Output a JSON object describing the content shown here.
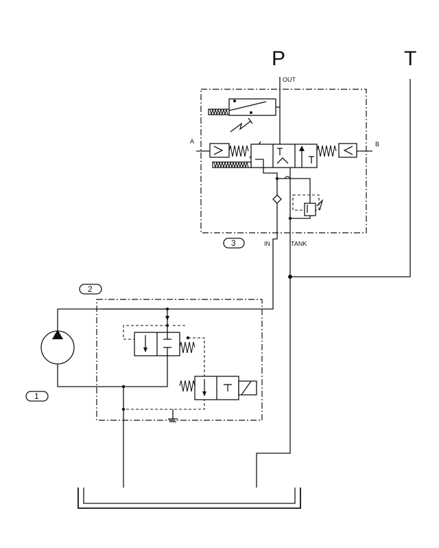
{
  "ports": {
    "pressure": "P",
    "tank": "T",
    "a": "A",
    "b": "B",
    "out": "OUT",
    "in": "IN",
    "tank_port": "TANK"
  },
  "callouts": {
    "one": "1",
    "two": "2",
    "three": "3"
  }
}
